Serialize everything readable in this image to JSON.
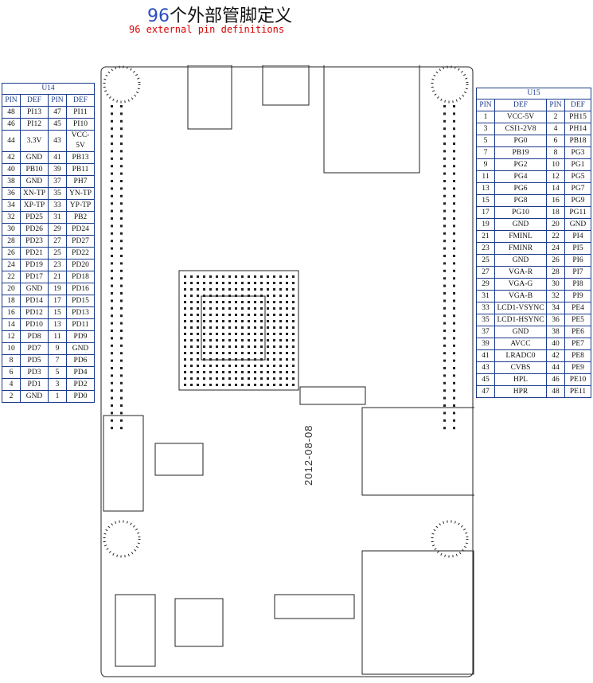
{
  "title_cn_number": "96",
  "title_cn_text": "个外部管脚定义",
  "title_en": "96 external pin definitions",
  "board_date": "2012-08-08",
  "u14": {
    "caption": "U14",
    "headers": [
      "PIN",
      "DEF",
      "PIN",
      "DEF"
    ],
    "rows": [
      [
        "48",
        "PI13",
        "47",
        "PI11"
      ],
      [
        "46",
        "PI12",
        "45",
        "PI10"
      ],
      [
        "44",
        "3.3V",
        "43",
        "VCC-5V"
      ],
      [
        "42",
        "GND",
        "41",
        "PB13"
      ],
      [
        "40",
        "PB10",
        "39",
        "PB11"
      ],
      [
        "38",
        "GND",
        "37",
        "PH7"
      ],
      [
        "36",
        "XN-TP",
        "35",
        "YN-TP"
      ],
      [
        "34",
        "XP-TP",
        "33",
        "YP-TP"
      ],
      [
        "32",
        "PD25",
        "31",
        "PB2"
      ],
      [
        "30",
        "PD26",
        "29",
        "PD24"
      ],
      [
        "28",
        "PD23",
        "27",
        "PD27"
      ],
      [
        "26",
        "PD21",
        "25",
        "PD22"
      ],
      [
        "24",
        "PD19",
        "23",
        "PD20"
      ],
      [
        "22",
        "PD17",
        "21",
        "PD18"
      ],
      [
        "20",
        "GND",
        "19",
        "PD16"
      ],
      [
        "18",
        "PD14",
        "17",
        "PD15"
      ],
      [
        "16",
        "PD12",
        "15",
        "PD13"
      ],
      [
        "14",
        "PD10",
        "13",
        "PD11"
      ],
      [
        "12",
        "PD8",
        "11",
        "PD9"
      ],
      [
        "10",
        "PD7",
        "9",
        "GND"
      ],
      [
        "8",
        "PD5",
        "7",
        "PD6"
      ],
      [
        "6",
        "PD3",
        "5",
        "PD4"
      ],
      [
        "4",
        "PD1",
        "3",
        "PD2"
      ],
      [
        "2",
        "GND",
        "1",
        "PD0"
      ]
    ]
  },
  "u15": {
    "caption": "U15",
    "headers": [
      "PIN",
      "DEF",
      "PIN",
      "DEF"
    ],
    "rows": [
      [
        "1",
        "VCC-5V",
        "2",
        "PH15"
      ],
      [
        "3",
        "CSI1-2V8",
        "4",
        "PH14"
      ],
      [
        "5",
        "PG0",
        "6",
        "PB18"
      ],
      [
        "7",
        "PB19",
        "8",
        "PG3"
      ],
      [
        "9",
        "PG2",
        "10",
        "PG1"
      ],
      [
        "11",
        "PG4",
        "12",
        "PG5"
      ],
      [
        "13",
        "PG6",
        "14",
        "PG7"
      ],
      [
        "15",
        "PG8",
        "16",
        "PG9"
      ],
      [
        "17",
        "PG10",
        "18",
        "PG11"
      ],
      [
        "19",
        "GND",
        "20",
        "GND"
      ],
      [
        "21",
        "FMINL",
        "22",
        "PI4"
      ],
      [
        "23",
        "FMINR",
        "24",
        "PI5"
      ],
      [
        "25",
        "GND",
        "26",
        "PI6"
      ],
      [
        "27",
        "VGA-R",
        "28",
        "PI7"
      ],
      [
        "29",
        "VGA-G",
        "30",
        "PI8"
      ],
      [
        "31",
        "VGA-B",
        "32",
        "PI9"
      ],
      [
        "33",
        "LCD1-VSYNC",
        "34",
        "PE4"
      ],
      [
        "35",
        "LCD1-HSYNC",
        "36",
        "PE5"
      ],
      [
        "37",
        "GND",
        "38",
        "PE6"
      ],
      [
        "39",
        "AVCC",
        "40",
        "PE7"
      ],
      [
        "41",
        "LRADC0",
        "42",
        "PE8"
      ],
      [
        "43",
        "CVBS",
        "44",
        "PE9"
      ],
      [
        "45",
        "HPL",
        "46",
        "PE10"
      ],
      [
        "47",
        "HPR",
        "48",
        "PE11"
      ]
    ]
  },
  "colors": {
    "table_border": "#1a3a8a",
    "title_accent": "#2b4fbf",
    "subtitle": "#dd0000"
  }
}
